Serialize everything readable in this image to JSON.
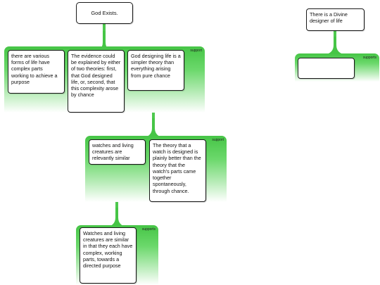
{
  "root": {
    "text": "God Exists."
  },
  "main_group": {
    "label": "support",
    "items": [
      "there are various forms of life have complex parts working to achieve a purpose",
      "The evidence could be explained by either of two theories: first, that God designed life, or, second, that this complexity arose by chance",
      "God designing life is a simpler theory than everything arising from pure chance"
    ]
  },
  "mid_group": {
    "label": "support",
    "items": [
      "watches and living creatures are relevantly similar",
      "The theory that a watch is designed is plainly better than the theory that the watch's parts came together spontaneously, through chance."
    ]
  },
  "low_group": {
    "label": "supports",
    "items": [
      "Watches and living creatures are similar in that they each have complex, working parts, towards a directed purpose"
    ]
  },
  "right_root": {
    "text": "There is a Divine designer of life"
  },
  "right_group": {
    "label": "supports",
    "items": [
      ""
    ]
  },
  "colors": {
    "accent": "#46c546",
    "border": "#1a1a1a"
  }
}
